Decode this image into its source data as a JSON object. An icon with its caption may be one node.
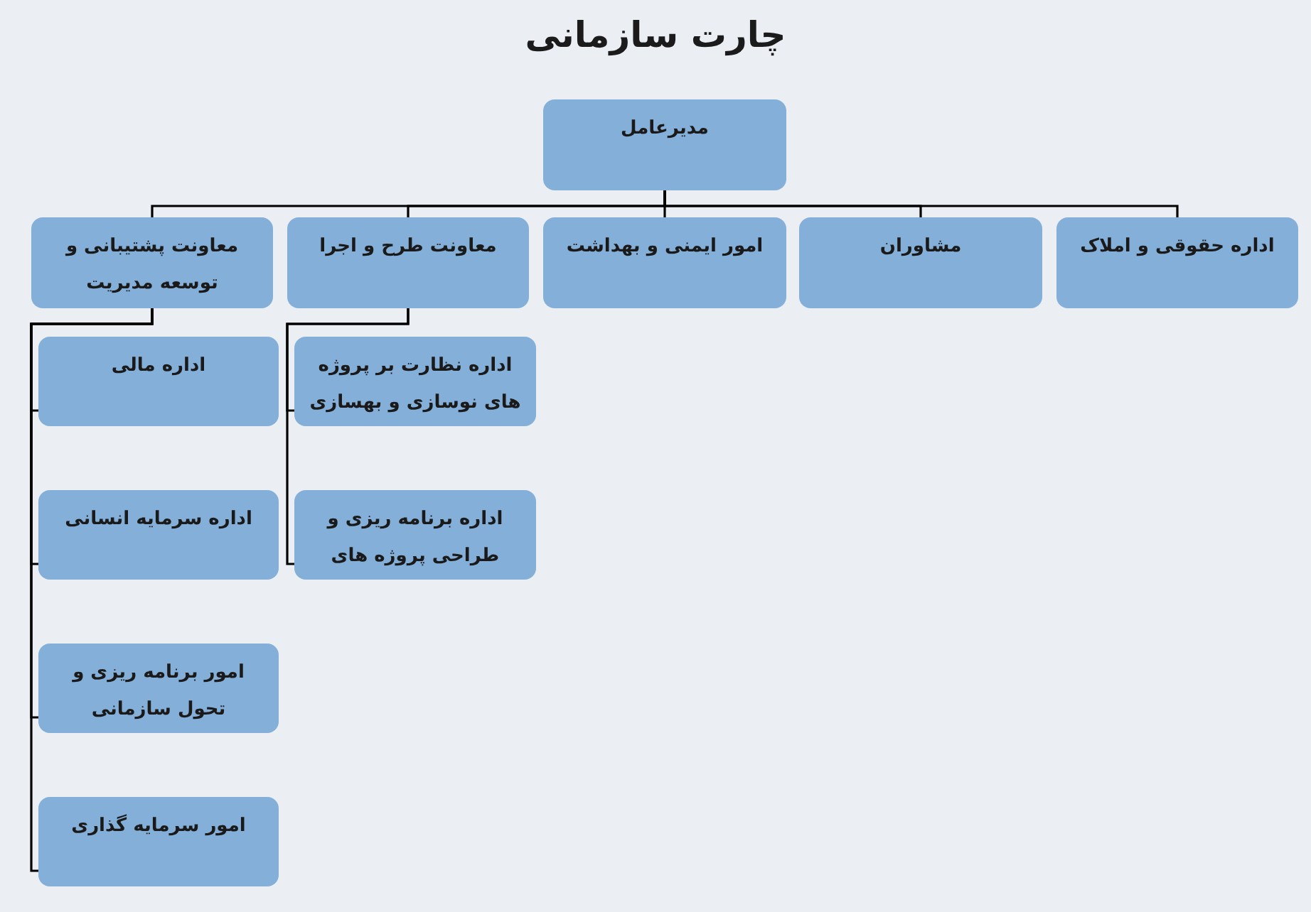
{
  "diagram": {
    "title": "چارت سازمانی",
    "nodes": [
      {
        "text": [
          "مدیرعامل"
        ]
      },
      {
        "text": [
          "اداره حقوقی و املاک"
        ]
      },
      {
        "text": [
          "مشاوران"
        ]
      },
      {
        "text": [
          "امور ایمنی و بهداشت"
        ]
      },
      {
        "text": [
          "معاونت طرح و اجرا"
        ]
      },
      {
        "text": [
          "معاونت پشتیبانی و توسعه مدیریت"
        ]
      },
      {
        "text": [
          "اداره نظارت بر پروژه های نوسازی و بهسازی"
        ]
      },
      {
        "text": [
          "اداره برنامه ریزی و طراحی پروژه های"
        ]
      },
      {
        "text": [
          "اداره مالی"
        ]
      },
      {
        "text": [
          "اداره سرمایه انسانی"
        ]
      },
      {
        "text": [
          "امور برنامه ریزی و تحول سازمانی"
        ]
      },
      {
        "text": [
          "امور سرمایه گذاری"
        ]
      }
    ],
    "edges": [
      {
        "from": 0,
        "to": 1,
        "arrow": "none"
      },
      {
        "from": 0,
        "to": 2,
        "arrow": "none"
      },
      {
        "from": 0,
        "to": 3,
        "arrow": "none"
      },
      {
        "from": 0,
        "to": 4,
        "arrow": "none"
      },
      {
        "from": 0,
        "to": 5,
        "arrow": "none"
      },
      {
        "from": 4,
        "to": 6,
        "arrow": "none"
      },
      {
        "from": 4,
        "to": 7,
        "arrow": "none"
      },
      {
        "from": 5,
        "to": 8,
        "arrow": "none"
      },
      {
        "from": 5,
        "to": 9,
        "arrow": "none"
      },
      {
        "from": 5,
        "to": 10,
        "arrow": "none"
      },
      {
        "from": 5,
        "to": 11,
        "arrow": "none"
      }
    ]
  }
}
